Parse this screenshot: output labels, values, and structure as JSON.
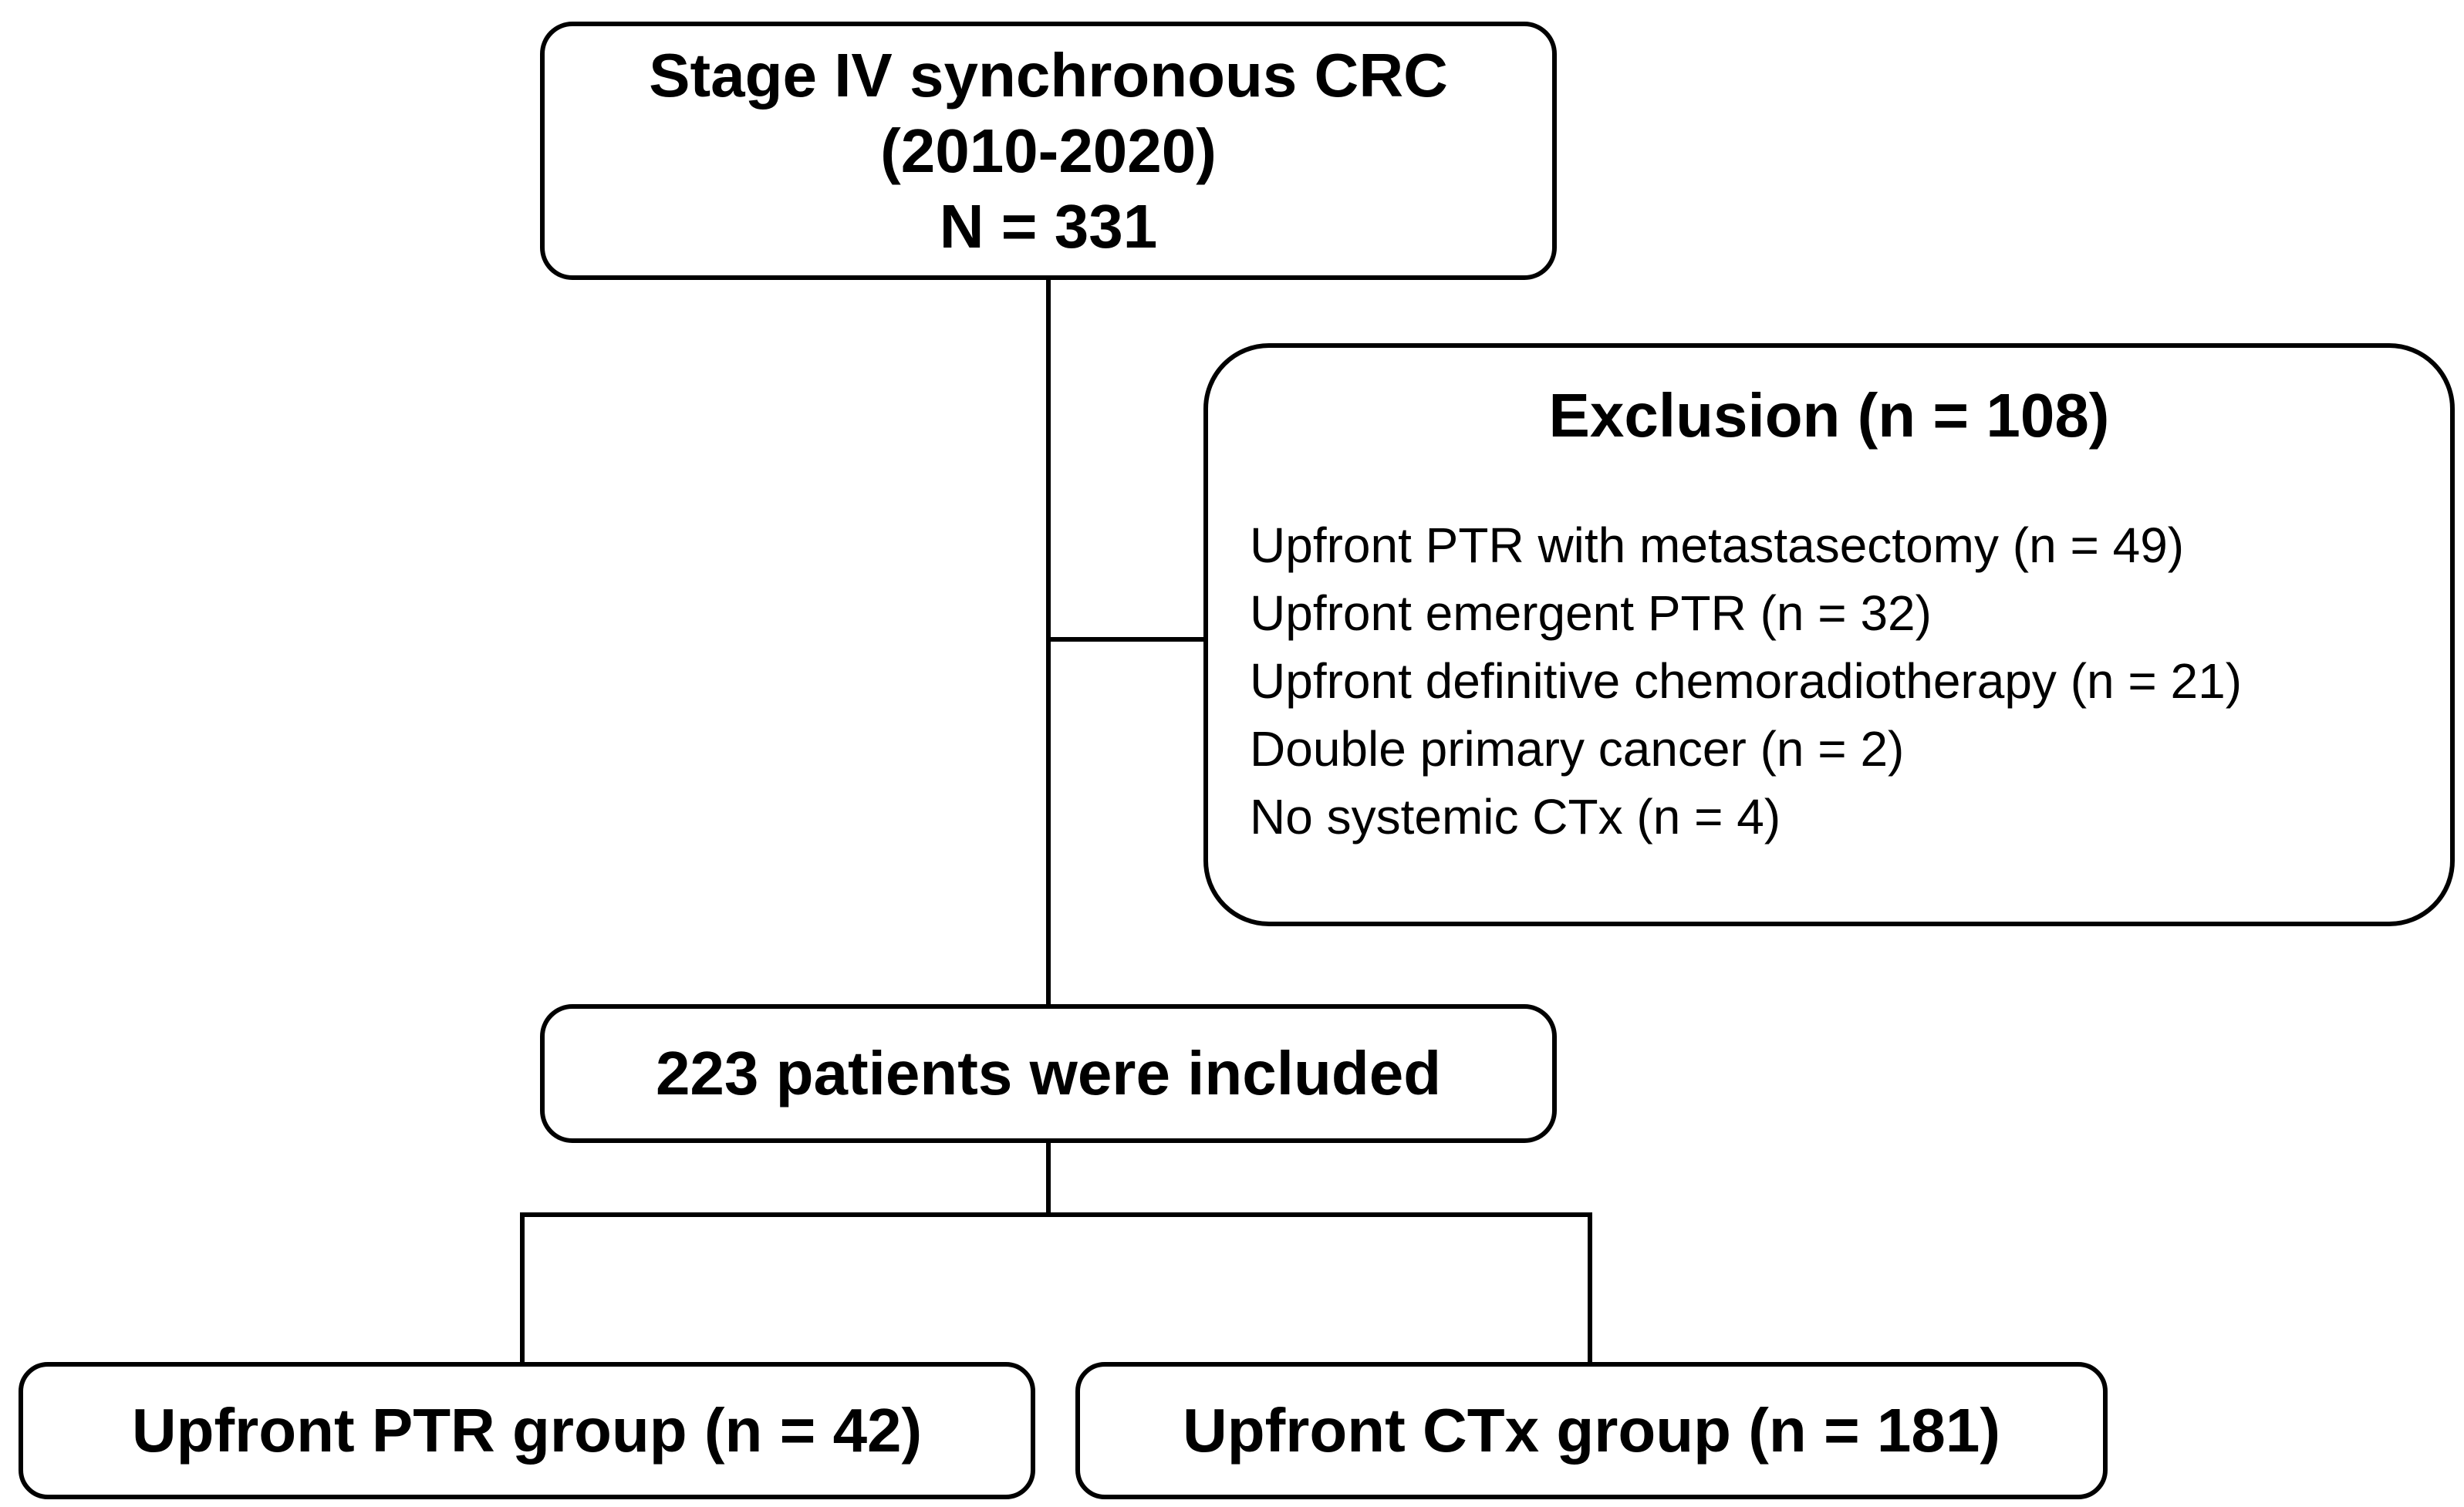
{
  "figure": {
    "type": "flowchart",
    "colors": {
      "line": "#000000",
      "text": "#000000",
      "background": "#ffffff"
    },
    "nodes": {
      "population": {
        "lines": [
          "Stage IV synchronous CRC",
          "(2010-2020)",
          "N = 331"
        ]
      },
      "exclusion": {
        "title": "Exclusion (n = 108)",
        "items": [
          "Upfront PTR with metastasectomy (n = 49)",
          "Upfront emergent PTR (n = 32)",
          "Upfront definitive chemoradiotherapy (n = 21)",
          "Double primary cancer (n = 2)",
          "No systemic CTx (n = 4)"
        ]
      },
      "included": {
        "label": "223 patients were included"
      },
      "upfront_ptr": {
        "label": "Upfront PTR group (n = 42)"
      },
      "upfront_ctx": {
        "label": "Upfront CTx group (n = 181)"
      }
    }
  }
}
